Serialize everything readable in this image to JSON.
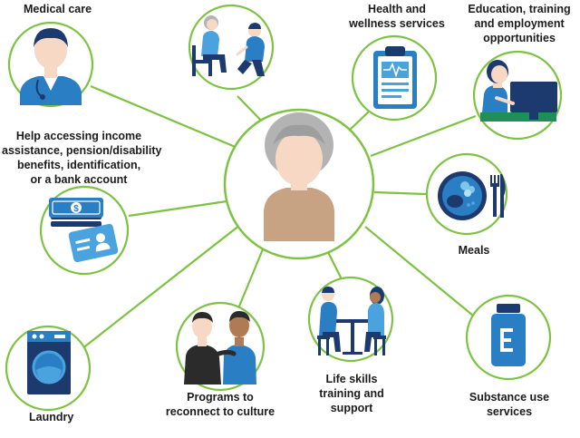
{
  "center": {
    "icon": "elderly-person-icon"
  },
  "services": [
    {
      "key": "medical",
      "label_lines": [
        "Medical care"
      ],
      "icon": "doctor-icon"
    },
    {
      "key": "counselling",
      "label_lines": [],
      "icon": "counselling-session-icon"
    },
    {
      "key": "health",
      "label_lines": [
        "Health and",
        "wellness services"
      ],
      "icon": "clipboard-heartbeat-icon"
    },
    {
      "key": "education",
      "label_lines": [
        "Education, training",
        "and employment",
        "opportunities"
      ],
      "icon": "person-at-computer-icon"
    },
    {
      "key": "income",
      "label_lines": [
        "Help accessing income",
        "assistance, pension/disability",
        "benefits, identification,",
        "or a bank account"
      ],
      "icon": "money-and-id-card-icon"
    },
    {
      "key": "meals",
      "label_lines": [
        "Meals"
      ],
      "icon": "plate-fork-knife-icon"
    },
    {
      "key": "laundry",
      "label_lines": [
        "Laundry"
      ],
      "icon": "washing-machine-icon"
    },
    {
      "key": "culture",
      "label_lines": [
        "Programs to",
        "reconnect to culture"
      ],
      "icon": "two-people-icon"
    },
    {
      "key": "lifeskills",
      "label_lines": [
        "Life skills",
        "training and",
        "support"
      ],
      "icon": "people-at-table-icon"
    },
    {
      "key": "substance",
      "label_lines": [
        "Substance use",
        "services"
      ],
      "icon": "medicine-bottle-icon"
    }
  ],
  "colors": {
    "accent_green": "#7dc242",
    "navy": "#1d3a6e",
    "blue": "#2a7fc4",
    "light_blue": "#4aa3df",
    "skin": "#f7d8c4",
    "center_hair": "#b3b3b3",
    "center_shirt": "#c7a383"
  }
}
